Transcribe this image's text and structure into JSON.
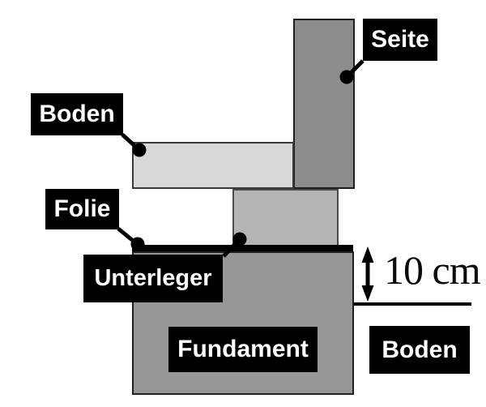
{
  "diagram": {
    "description": "Sauna floor construction cross-section with German part labels",
    "labels": {
      "seite": "Seite",
      "boden_top": "Boden",
      "folie": "Folie",
      "unterleger": "Unterleger",
      "fundament": "Fundament",
      "boden_bottom": "Boden"
    },
    "dimension": {
      "text": "10 cm"
    },
    "colors": {
      "background": "#ffffff",
      "side_panel_fill": "#8d8d8d",
      "floor_panel_fill": "#d9d9d9",
      "underlay_block_fill": "#b5b5b5",
      "foundation_fill": "#979797",
      "foil_bar": "#000000",
      "label_bg": "#000000",
      "label_text": "#ffffff",
      "line": "#000000"
    }
  }
}
